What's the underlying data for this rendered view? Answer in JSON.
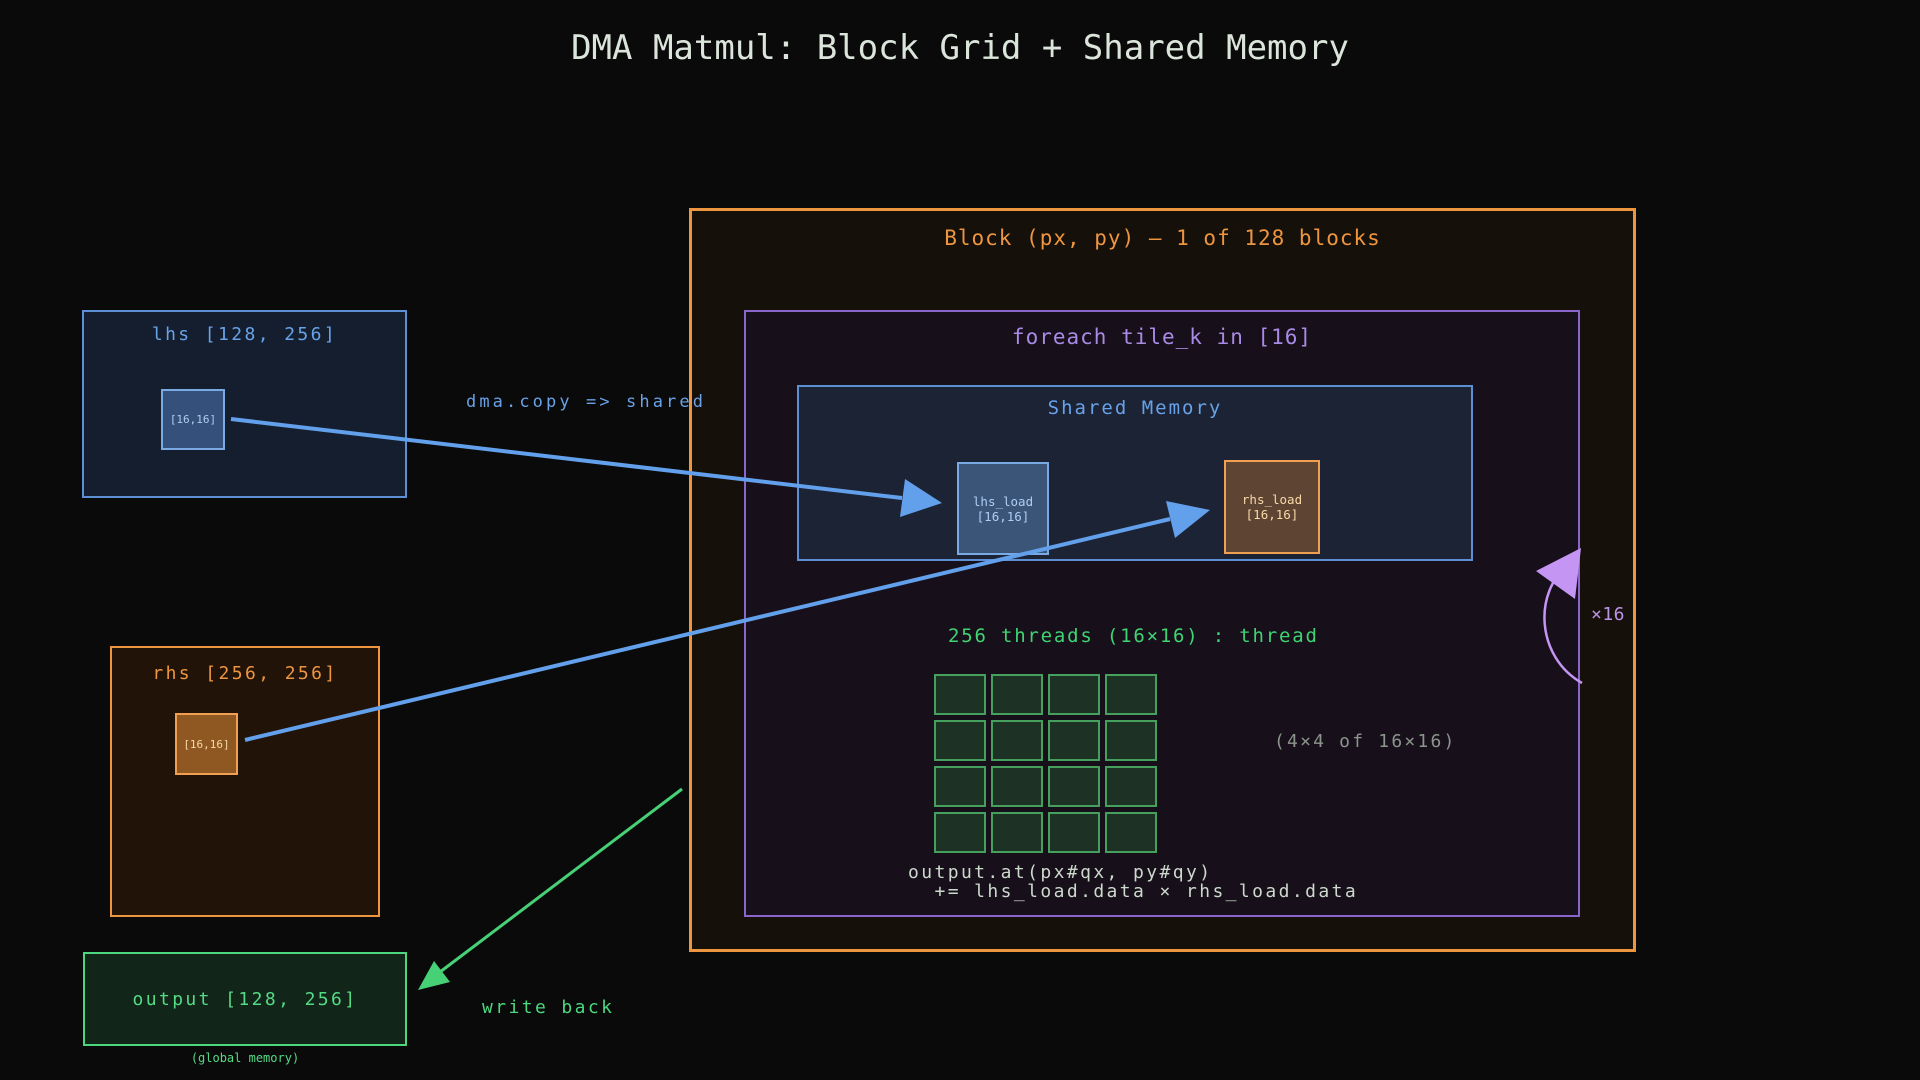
{
  "title": "DMA Matmul: Block Grid + Shared Memory",
  "lhs": {
    "label": "lhs [128, 256]",
    "tile": "[16,16]"
  },
  "rhs": {
    "label": "rhs [256, 256]",
    "tile": "[16,16]"
  },
  "output": {
    "label": "output [128, 256]",
    "note": "(global memory)"
  },
  "block": {
    "title": "Block (px, py) — 1 of 128 blocks"
  },
  "loop": {
    "title": "foreach tile_k in [16]",
    "count_label": "×16"
  },
  "shared": {
    "title": "Shared Memory",
    "lhs_load": {
      "name": "lhs_load",
      "shape": "[16,16]"
    },
    "rhs_load": {
      "name": "rhs_load",
      "shape": "[16,16]"
    }
  },
  "threads": {
    "title": "256 threads (16×16) : thread",
    "note": "(4×4 of 16×16)",
    "grid": {
      "rows": 4,
      "cols": 4
    }
  },
  "accum": {
    "code": "output.at(px#qx, py#qy)\n  += lhs_load.data × rhs_load.data"
  },
  "arrows": {
    "dma_label": "dma.copy => shared",
    "write_back_label": "write back"
  },
  "colors": {
    "background": "#0a0a0a",
    "title_text": "#dce5dc",
    "blue": "#62a0ec",
    "blue_border": "#5d8fd4",
    "blue_text": "#69a2e8",
    "lhs_fill": "#151e2e",
    "blue_tile_border": "#7aaae4",
    "blue_tile_fill": "#35507b",
    "blue_tile_text": "#b0ccf2",
    "lhs_load_fill": "#3b5578",
    "orange": "#ee9540",
    "rhs_fill": "#211307",
    "orange_tile_border": "#f0a050",
    "orange_tile_fill": "#8f5822",
    "orange_tile_text": "#f8d9a8",
    "rhs_load_fill": "#5d4433",
    "block_fill": "#151009",
    "purple": "#8a65cc",
    "purple_text": "#a98ae4",
    "purple_text_light": "#bd93ea",
    "purple_light": "#c495f2",
    "loop_fill": "#170f1a",
    "shared_fill": "#1b2334",
    "green": "#4cd77f",
    "green_text": "#55da85",
    "green_bright": "#3fd473",
    "output_fill": "#112619",
    "grid_cell_border": "#44a05c",
    "grid_cell_fill": "#1d3124",
    "gray": "#8b958b",
    "code_text": "#ccd9cc"
  }
}
